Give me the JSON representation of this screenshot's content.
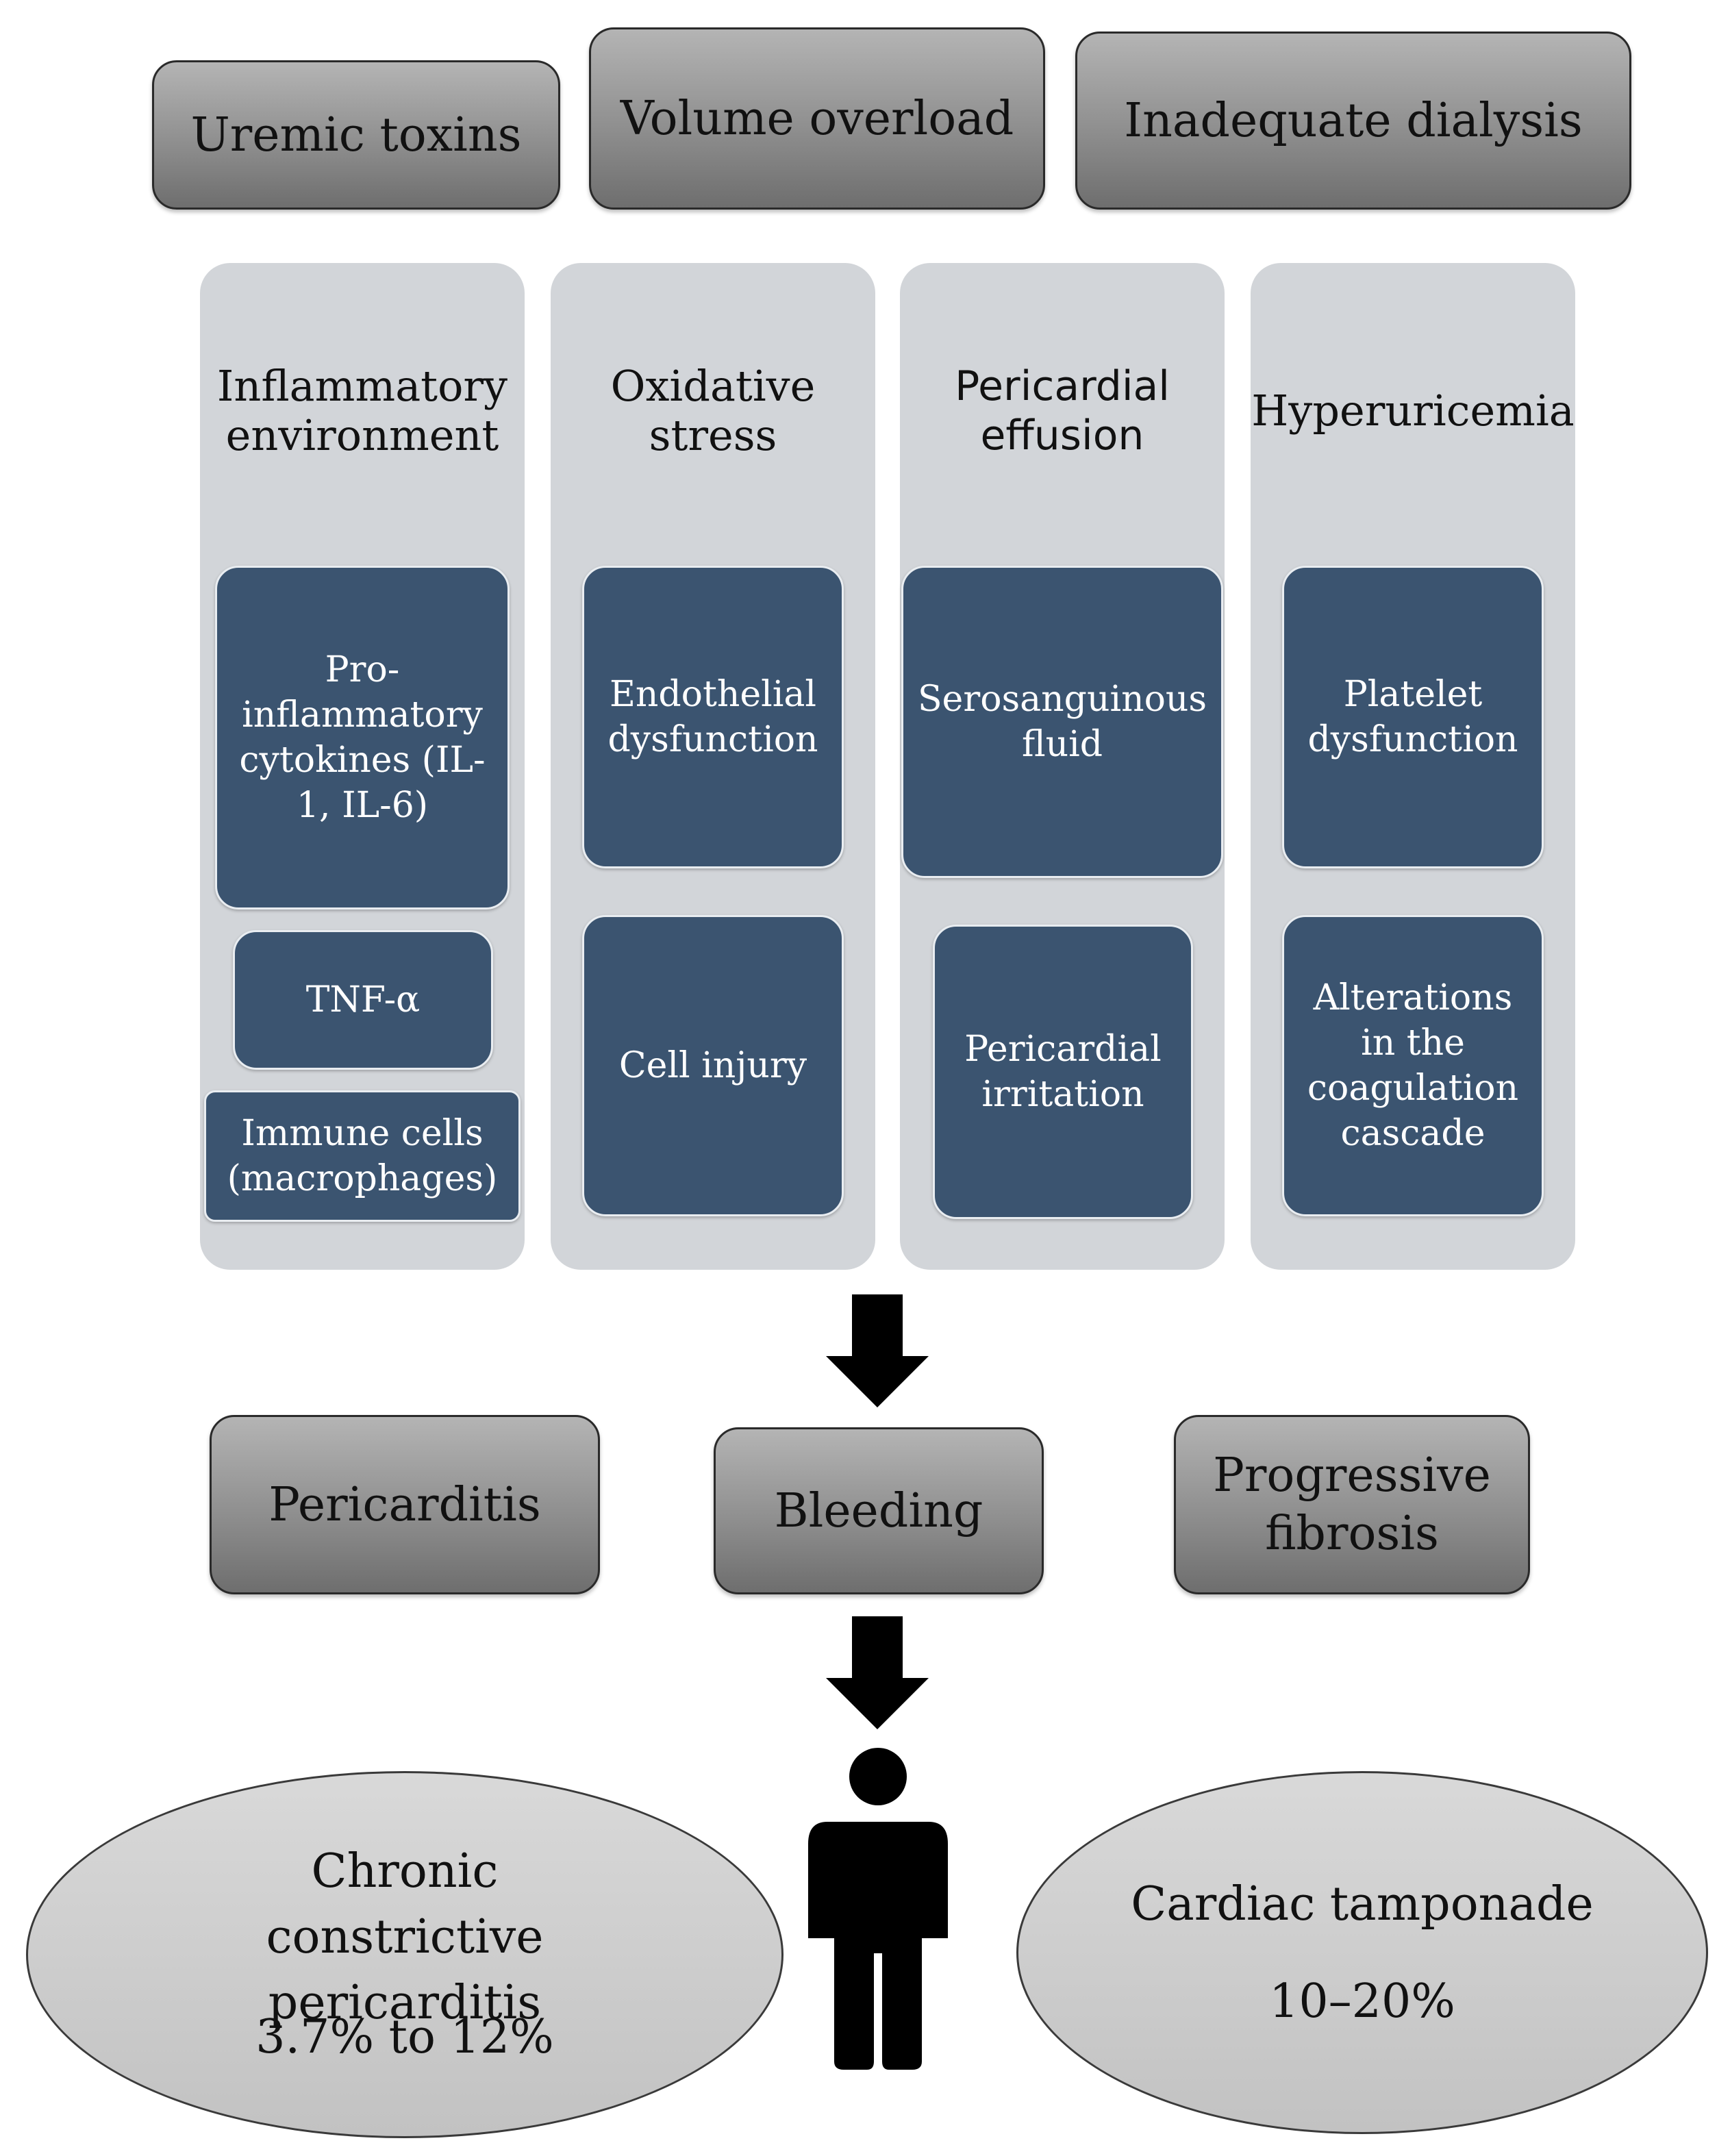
{
  "causes": [
    {
      "label": "Uremic toxins"
    },
    {
      "label": "Volume overload"
    },
    {
      "label": "Inadequate dialysis"
    }
  ],
  "columns": [
    {
      "heading": "Inflammatory environment",
      "items": [
        "Pro-inflammatory cytokines (IL-1, IL-6)",
        "TNF-α",
        "Immune cells (macrophages)"
      ]
    },
    {
      "heading": "Oxidative stress",
      "items": [
        "Endothelial dysfunction",
        "Cell injury"
      ]
    },
    {
      "heading": "Pericardial effusion",
      "items": [
        "Serosanguinous fluid",
        "Pericardial irritation"
      ]
    },
    {
      "heading": "Hyperuricemia",
      "items": [
        "Platelet dysfunction",
        "Alterations in the coagulation cascade"
      ]
    }
  ],
  "outcomes": [
    {
      "label": "Pericarditis"
    },
    {
      "label": "Bleeding"
    },
    {
      "label": "Progressive fibrosis"
    }
  ],
  "complications": [
    {
      "label": "Chronic constrictive pericarditis",
      "value": "3.7% to 12%"
    },
    {
      "label": "Cardiac tamponade",
      "value": "10–20%"
    }
  ],
  "icons": {
    "arrow": "down-arrow-icon",
    "person": "person-icon"
  },
  "colors": {
    "mechanism_box": "#3b5470",
    "column_bg": "#d2d5d9",
    "cause_box": "#8f8f8f"
  }
}
